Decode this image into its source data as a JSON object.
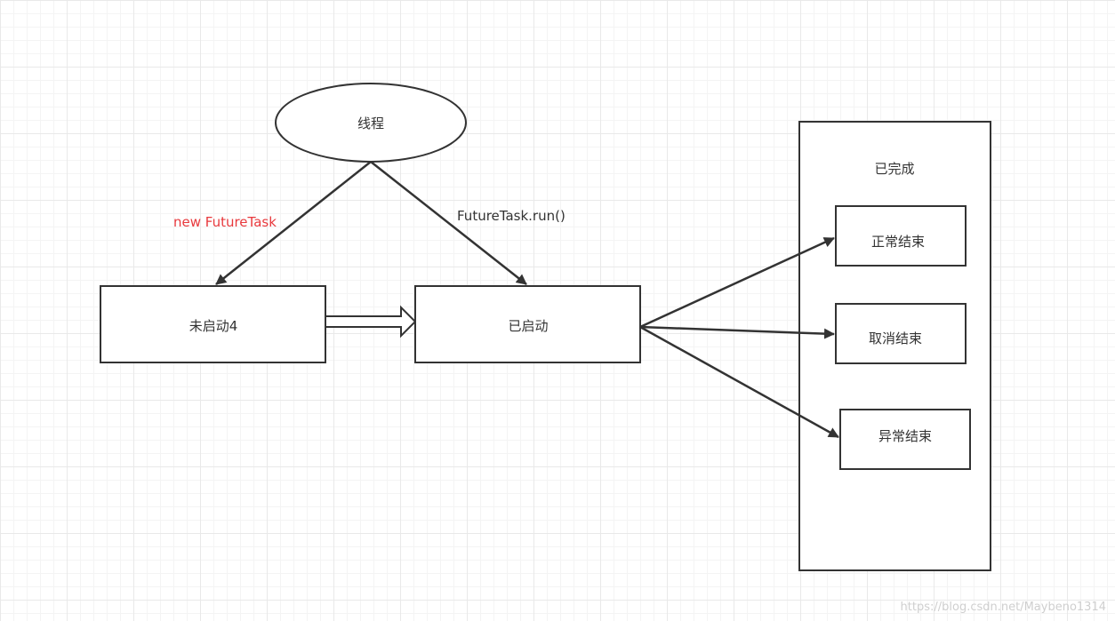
{
  "nodes": {
    "thread": "线程",
    "not_started": "未启动4",
    "started": "已启动",
    "completed": "已完成",
    "normal_end": "正常结束",
    "cancel_end": "取消结束",
    "abnormal_end": "异常结束"
  },
  "edges": {
    "new_futuretask": "new FutureTask",
    "futuretask_run": "FutureTask.run()"
  },
  "watermark": "https://blog.csdn.net/Maybeno1314",
  "colors": {
    "stroke": "#333333",
    "red_label": "#e8393d"
  }
}
